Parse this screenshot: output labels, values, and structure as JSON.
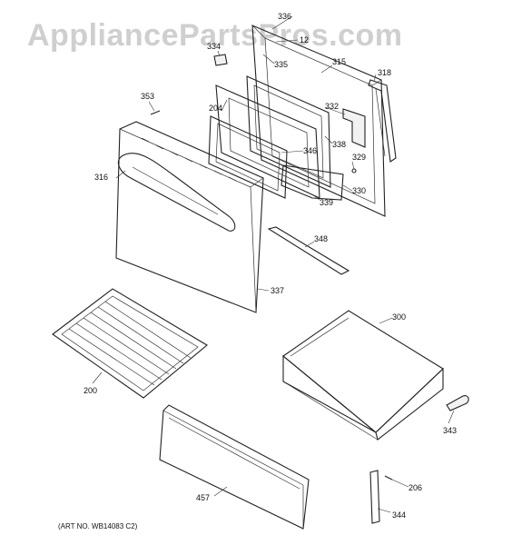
{
  "watermark": "AppliancePartsPros.com",
  "art_number": "(ART NO. WB14083 C2)",
  "callouts": [
    "336",
    "12",
    "334",
    "335",
    "315",
    "318",
    "353",
    "204",
    "332",
    "346",
    "338",
    "316",
    "329",
    "330",
    "339",
    "348",
    "337",
    "300",
    "200",
    "343",
    "206",
    "457",
    "344"
  ]
}
